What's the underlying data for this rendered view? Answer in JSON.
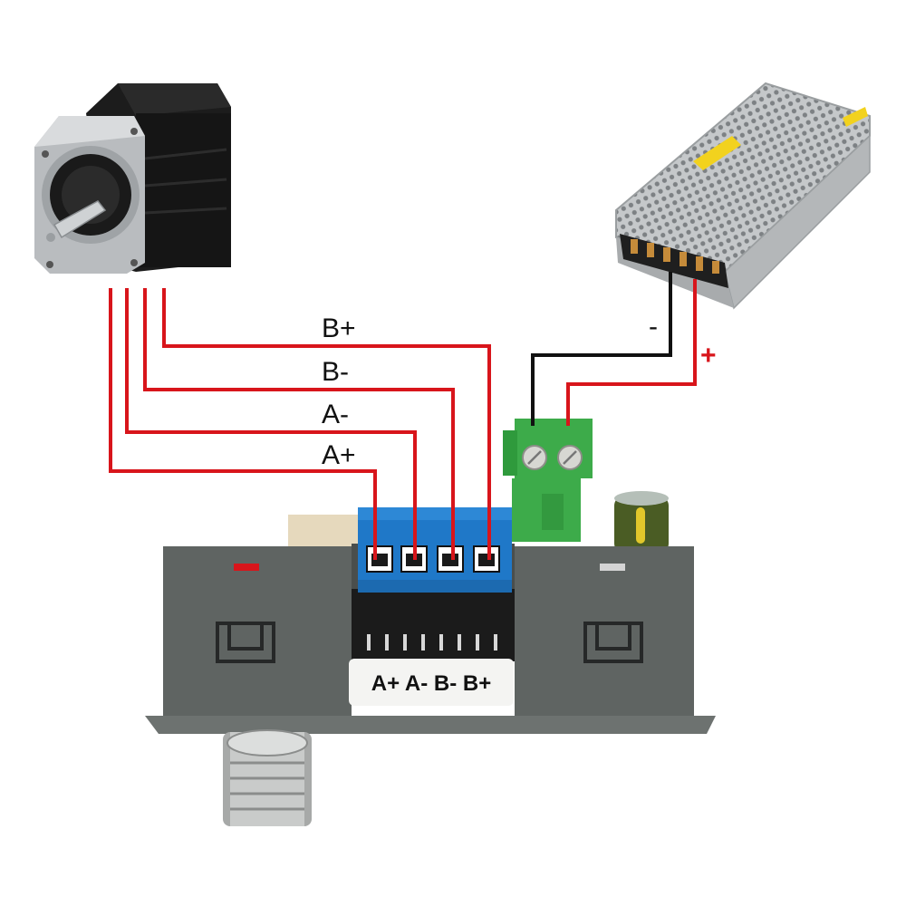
{
  "wire_labels": {
    "b_plus": "B+",
    "b_minus": "B-",
    "a_minus": "A-",
    "a_plus": "A+"
  },
  "psu_labels": {
    "negative": "-",
    "positive": "+"
  },
  "driver_terminal_label": "A+ A- B- B+",
  "colors": {
    "wire_red": "#d8151b",
    "wire_black": "#111111",
    "terminal_blue": "#1f78c8",
    "terminal_green": "#3dab4a",
    "case_grey": "#5f6462",
    "psu_silver": "#c9ccce"
  },
  "icons": {
    "motor": "stepper-motor-icon",
    "psu": "power-supply-icon",
    "driver": "stepper-driver-icon",
    "knob": "rotary-knob-icon"
  }
}
